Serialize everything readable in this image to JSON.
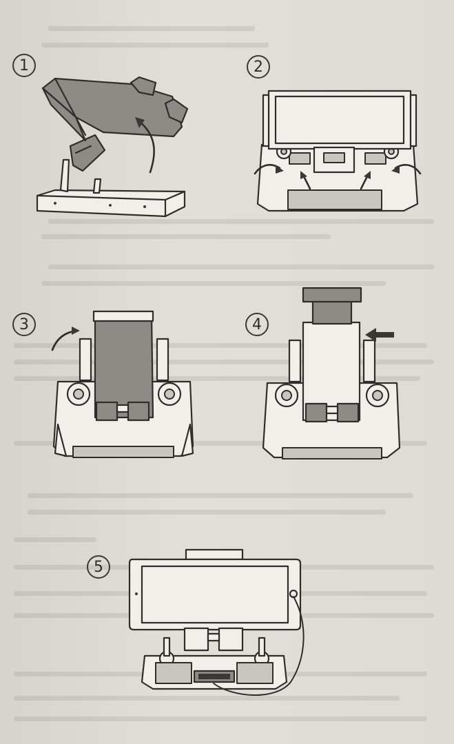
{
  "steps": [
    {
      "number": "1"
    },
    {
      "number": "2"
    },
    {
      "number": "3"
    },
    {
      "number": "4"
    },
    {
      "number": "5"
    }
  ]
}
